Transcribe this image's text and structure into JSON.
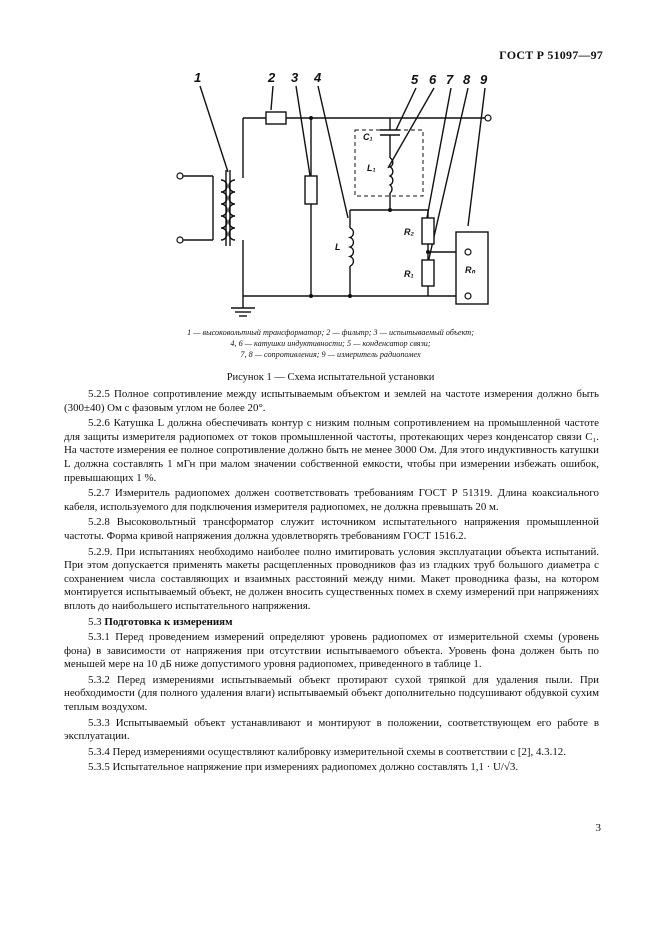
{
  "header": {
    "standard": "ГОСТ Р 51097—97"
  },
  "figure": {
    "numbers": [
      "1",
      "2",
      "3",
      "4",
      "5",
      "6",
      "7",
      "8",
      "9"
    ],
    "component_labels": {
      "c1": "C₁",
      "l1": "L₁",
      "l": "L",
      "r2": "R₂",
      "r1": "R₁",
      "rn": "Rₙ"
    },
    "legend_lines": [
      "1 — высоковольтный трансформатор; 2 — фильтр; 3 — испытываемый объект;",
      "4, 6 — катушки индуктивности; 5 — конденсатор связи;",
      "7, 8 — сопротивления; 9 — измеритель радиопомех"
    ],
    "caption": "Рисунок 1 — Схема испытательной установки"
  },
  "paragraphs": [
    "5.2.5 Полное сопротивление между испытываемым объектом и землей на частоте измерения должно быть (300±40) Ом с фазовым углом не более 20°.",
    "5.2.6 Катушка L должна обеспечивать контур с низким полным сопротивлением на промышленной частоте для защиты измерителя радиопомех от токов промышленной частоты, протекающих через конденсатор связи C₁. На частоте измерения ее полное сопротивление должно быть не менее 3000 Ом. Для этого индуктивность катушки L должна составлять 1 мГн при малом значении собственной емкости, чтобы при измерении избежать ошибок, превышающих 1 %.",
    "5.2.7 Измеритель радиопомех должен соответствовать требованиям ГОСТ Р 51319. Длина коаксиального кабеля, используемого для подключения измерителя радиопомех, не должна превышать 20 м.",
    "5.2.8 Высоковольтный трансформатор служит источником испытательного напряжения промышленной частоты. Форма кривой напряжения должна удовлетворять требованиям ГОСТ 1516.2.",
    "5.2.9. При испытаниях необходимо наиболее полно имитировать условия эксплуатации объекта испытаний. При этом допускается применять макеты расщепленных проводников фаз из гладких труб большого диаметра с сохранением числа составляющих и взаимных расстояний между ними. Макет проводника фазы, на котором монтируется испытываемый объект, не должен вносить существенных помех в схему измерений при напряжениях вплоть до наибольшего испытательного напряжения."
  ],
  "section": {
    "number": "5.3",
    "title": "Подготовка к измерениям"
  },
  "paragraphs2": [
    "5.3.1 Перед проведением измерений определяют уровень радиопомех от измерительной схемы (уровень фона) в зависимости от напряжения при отсутствии испытываемого объекта. Уровень фона должен быть по меньшей мере на 10 дБ ниже допустимого уровня радиопомех, приведенного в таблице 1.",
    "5.3.2 Перед измерениями испытываемый объект протирают сухой тряпкой для удаления пыли. При необходимости (для полного удаления влаги) испытываемый объект дополнительно подсушивают обдувкой сухим теплым воздухом.",
    "5.3.3 Испытываемый объект устанавливают и монтируют в положении, соответствующем его работе в эксплуатации.",
    "5.3.4 Перед измерениями осуществляют калибровку измерительной схемы в соответствии с [2], 4.3.12."
  ],
  "last_paragraph": {
    "text": "5.3.5 Испытательное напряжение при измерениях радиопомех должно составлять",
    "formula": "1,1 · U/√3."
  },
  "page_number": "3"
}
